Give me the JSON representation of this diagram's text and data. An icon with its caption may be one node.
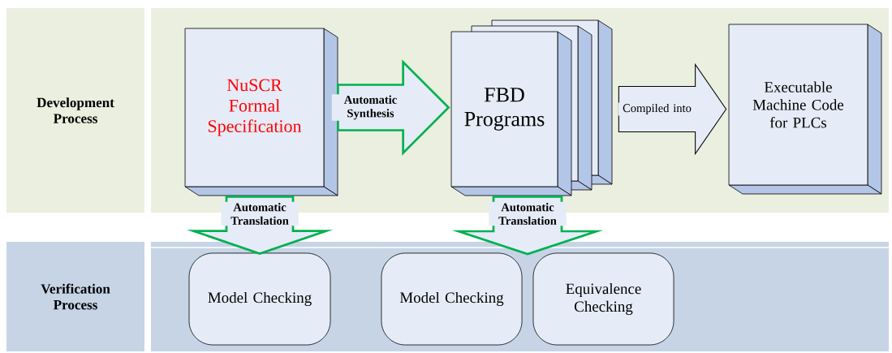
{
  "diagram": {
    "nodes": [
      {
        "text": [
          "Development Process"
        ]
      },
      {
        "text": [
          "NuSCR Formal Specification"
        ]
      },
      {
        "text": [
          "FBD Programs"
        ]
      },
      {
        "text": [
          "Executable Machine Code for PLCs"
        ]
      },
      {
        "text": [
          "Verification Process"
        ]
      },
      {
        "text": [
          "Model Checking"
        ]
      },
      {
        "text": [
          "Model Checking"
        ]
      },
      {
        "text": [
          "Equivalence Checking"
        ]
      }
    ],
    "edges": [
      {
        "from": 1,
        "to": 2,
        "arrow": "to",
        "label": "Automatic Synthesis",
        "style": "thick"
      },
      {
        "from": 2,
        "to": 3,
        "arrow": "to",
        "label": "Compiled into",
        "color": "#000000"
      },
      {
        "from": 1,
        "to": 5,
        "arrow": "to",
        "label": "Automatic Translation",
        "style": "thick"
      },
      {
        "from": 2,
        "to": 6,
        "arrow": "to",
        "label": "Automatic Translation",
        "style": "thick"
      },
      {
        "from": 2,
        "to": 7,
        "arrow": "to",
        "style": "thick"
      }
    ]
  }
}
